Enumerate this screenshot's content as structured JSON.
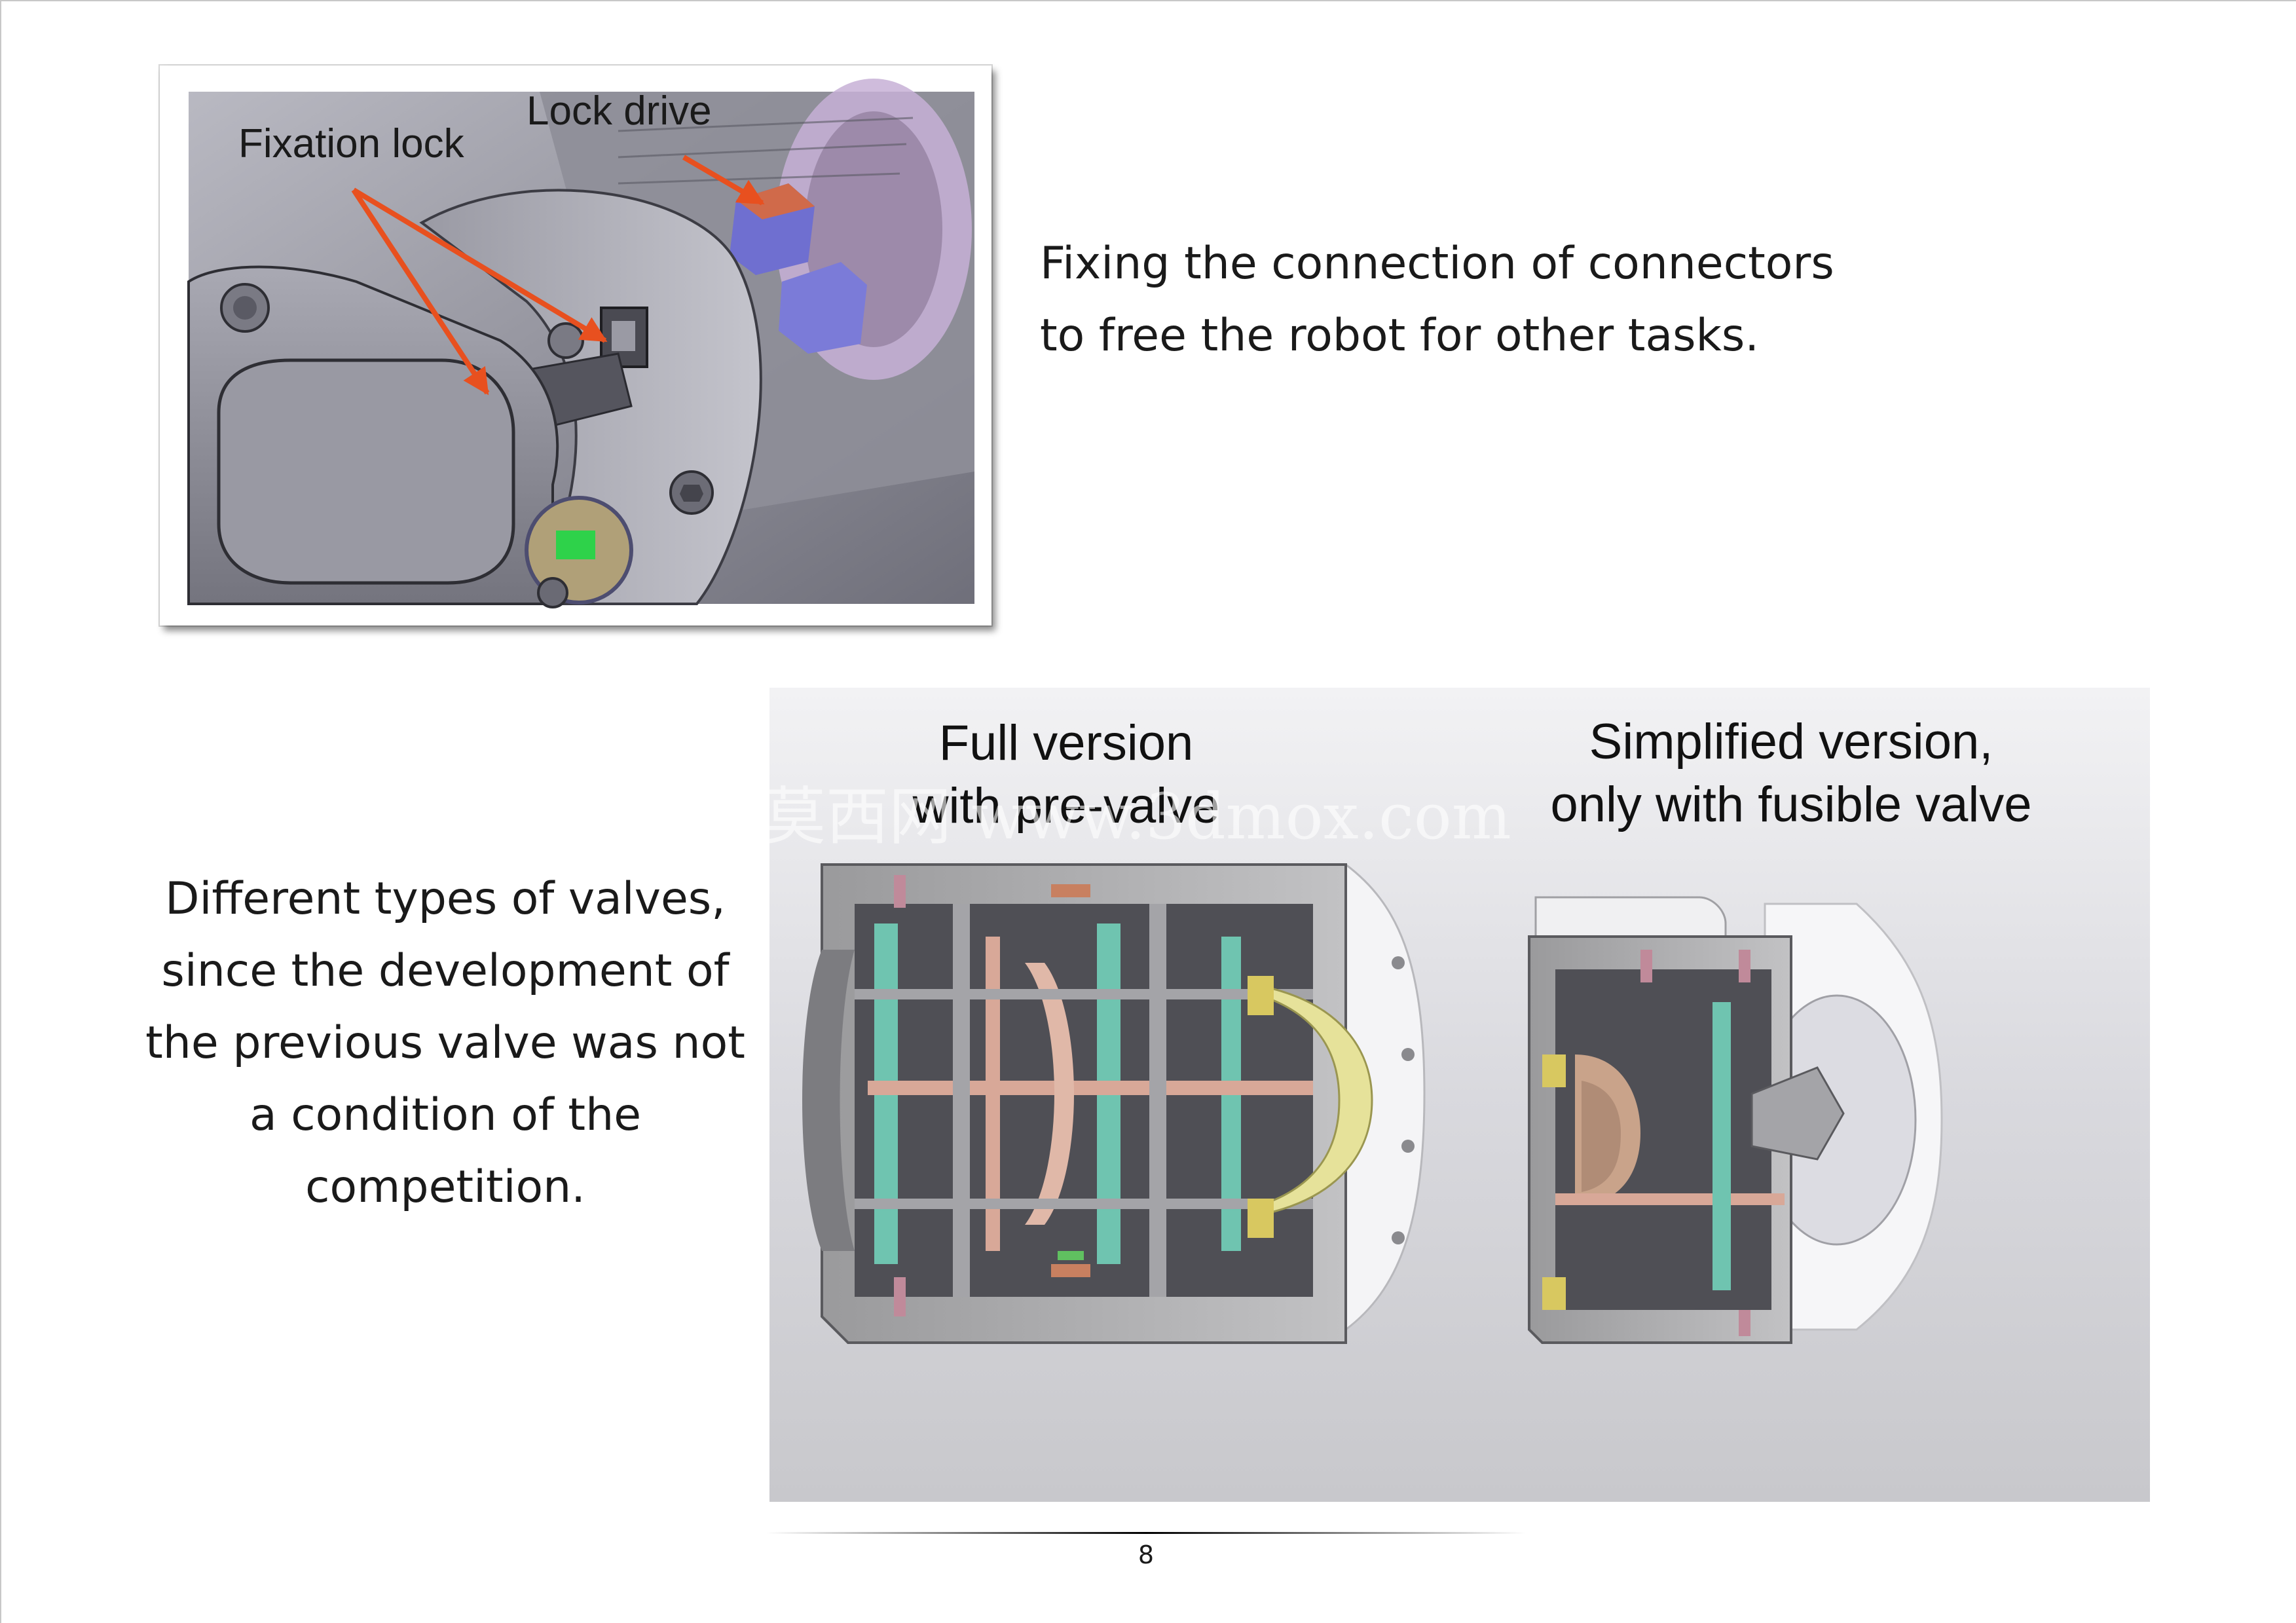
{
  "figure_top": {
    "label_fixation_lock": "Fixation lock",
    "label_lock_drive": "Lock drive"
  },
  "description_top": {
    "lines": [
      "Fixing the connection of connectors",
      "to free the robot for other tasks."
    ]
  },
  "figure_bottom": {
    "label_full_line1": "Full version",
    "label_full_line2": "with pre-valve",
    "label_simplified_line1": "Simplified version,",
    "label_simplified_line2": "only with fusible valve",
    "watermark": "莫西网 www.3dmox.com"
  },
  "description_left": {
    "lines": [
      "Different types of valves,",
      "since the development of",
      "the previous valve was not",
      "a condition of the",
      "competition."
    ]
  },
  "footer": {
    "page_number": "8"
  },
  "colors": {
    "annotation_arrow": "#e8501f",
    "body_text": "#1a1a1a",
    "cad_gray": "#8c8c96"
  }
}
